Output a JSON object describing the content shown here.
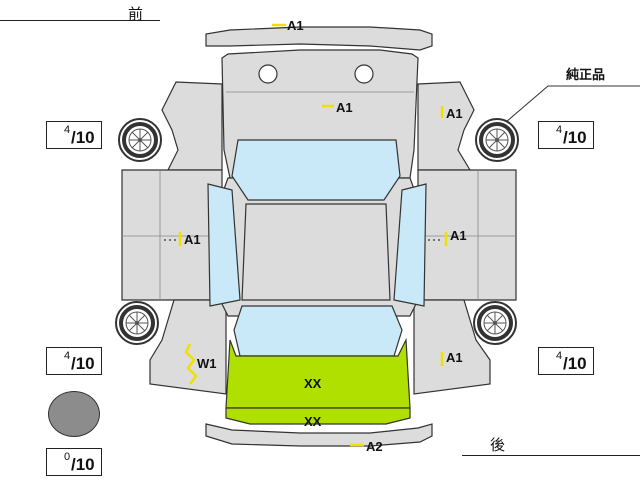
{
  "diagram": {
    "front_label": "前",
    "rear_label": "後",
    "genuine_label": "純正品",
    "tire_depth": {
      "front_left": {
        "value": "4",
        "unit": "/10"
      },
      "front_right": {
        "value": "4",
        "unit": "/10"
      },
      "rear_left": {
        "value": "4",
        "unit": "/10"
      },
      "rear_right": {
        "value": "4",
        "unit": "/10"
      },
      "spare": {
        "value": "0",
        "unit": "/10"
      }
    },
    "damage_marks": {
      "front_bumper": "A1",
      "hood": "A1",
      "right_front_fender": "A1",
      "left_doors": "A1",
      "right_doors": "A1",
      "left_rear_quarter": "W1",
      "right_rear_quarter": "A1",
      "trunk_lid": "XX",
      "rear_panel": "XX",
      "rear_bumper": "A2"
    },
    "colors": {
      "body": "#dcdcdc",
      "glass": "#c9e8f8",
      "replaced_panel": "#b0e000",
      "outline": "#333333",
      "mark_yellow": "#f0e000",
      "spare_tire": "#8c8c8c"
    }
  }
}
